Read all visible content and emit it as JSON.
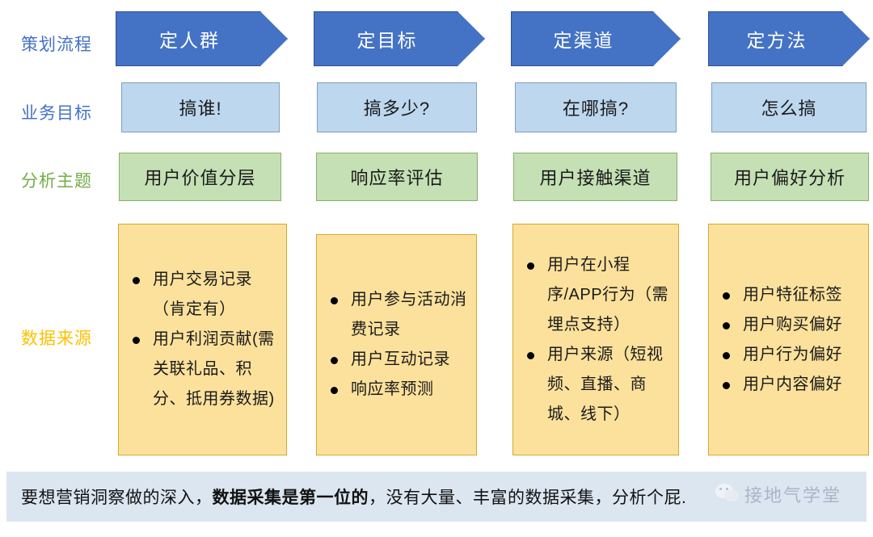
{
  "row_labels": [
    {
      "id": "process",
      "text": "策划流程",
      "color": "#4472C4"
    },
    {
      "id": "goal",
      "text": "业务目标",
      "color": "#4472C4"
    },
    {
      "id": "theme",
      "text": "分析主题",
      "color": "#70AD47"
    },
    {
      "id": "source",
      "text": "数据来源",
      "color": "#FFC000"
    }
  ],
  "columns": [
    {
      "process": "定人群",
      "goal": "搞谁!",
      "theme": "用户价值分层",
      "sources": [
        "用户交易记录（肯定有）",
        "用户利润贡献(需关联礼品、积分、抵用券数据)"
      ]
    },
    {
      "process": "定目标",
      "goal": "搞多少?",
      "theme": "响应率评估",
      "sources": [
        "用户参与活动消费记录",
        "用户互动记录",
        "响应率预测"
      ]
    },
    {
      "process": "定渠道",
      "goal": "在哪搞?",
      "theme": "用户接触渠道",
      "sources": [
        "用户在小程序/APP行为（需埋点支持）",
        "用户来源（短视频、直播、商城、线下）"
      ]
    },
    {
      "process": "定方法",
      "goal": "怎么搞",
      "theme": "用户偏好分析",
      "sources": [
        "用户特征标签",
        "用户购买偏好",
        "用户行为偏好",
        "用户内容偏好"
      ]
    }
  ],
  "banner": {
    "part1": "要想营销洞察做的深入，",
    "bold": "数据采集是第一位的",
    "part2": "，没有大量、丰富的数据采集，分析个屁."
  },
  "watermark": {
    "text": "接地气学堂",
    "icon": "wechat-icon"
  },
  "colors": {
    "arrow_fill": "#4472C4",
    "arrow_border": "#2F528F",
    "goal_fill": "#BDD7EE",
    "theme_fill": "#C5E0B4",
    "source_fill": "#FCE19C",
    "source_border": "#D7A828",
    "banner_fill": "#DCE6F1"
  }
}
